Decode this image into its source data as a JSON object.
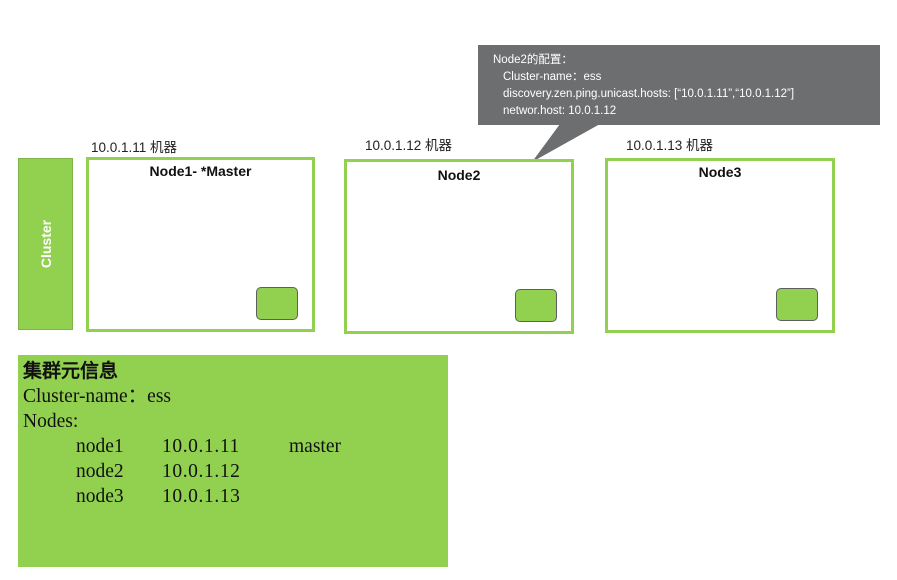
{
  "callout": {
    "title": "Node2的配置：",
    "lines": [
      "Cluster-name：ess",
      "discovery.zen.ping.unicast.hosts: [“10.0.1.11”,“10.0.1.12”]",
      "networ.host: 10.0.1.12"
    ]
  },
  "cluster": {
    "label": "Cluster"
  },
  "machines": [
    {
      "label": "10.0.1.11 机器",
      "node_title": "Node1- *Master"
    },
    {
      "label": "10.0.1.12 机器",
      "node_title": "Node2"
    },
    {
      "label": "10.0.1.13 机器",
      "node_title": "Node3"
    }
  ],
  "metadata": {
    "title": "集群元信息",
    "cluster_name": "Cluster-name：ess",
    "nodes_label": "Nodes:",
    "nodes": [
      {
        "name": "node1",
        "ip": "10.0.1.11",
        "role": "master"
      },
      {
        "name": "node2",
        "ip": "10.0.1.12",
        "role": ""
      },
      {
        "name": "node3",
        "ip": "10.0.1.13",
        "role": ""
      }
    ]
  },
  "colors": {
    "green": "#92d050",
    "callout_gray": "#6d6e70",
    "white": "#ffffff"
  }
}
